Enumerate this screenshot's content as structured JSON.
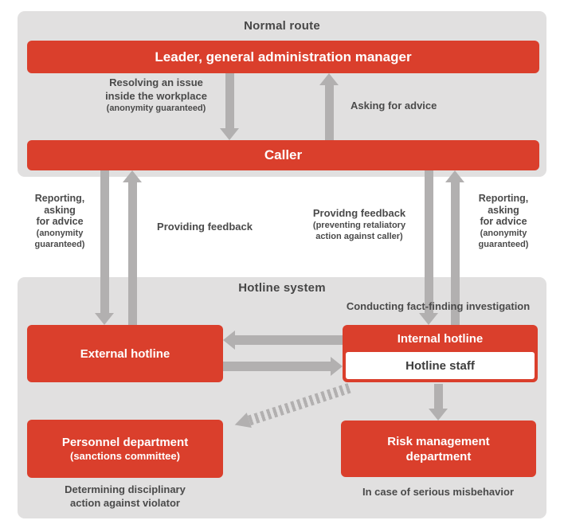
{
  "colors": {
    "box_red": "#da3f2c",
    "panel_gray": "#e1e0e0",
    "arrow_gray": "#b2b0b0",
    "text_dark": "#4a4a4a",
    "box_text_white": "#ffffff"
  },
  "normal_route": {
    "title": "Normal route",
    "leader_label": "Leader, general administration manager",
    "caller_label": "Caller",
    "resolving": [
      "Resolving an issue",
      "inside the workplace",
      "(anonymity guaranteed)"
    ],
    "asking_label": "Asking for advice"
  },
  "middle": {
    "reporting_left": [
      "Reporting,",
      "asking",
      "for advice",
      "(anonymity",
      "guaranteed)"
    ],
    "reporting_right": [
      "Reporting,",
      "asking",
      "for advice",
      "(anonymity",
      "guaranteed)"
    ],
    "providing_feedback": "Providing feedback",
    "providing_feedback_detail": [
      "Providng feedback",
      "(preventing retaliatory",
      "action against caller)"
    ]
  },
  "hotline_system": {
    "title": "Hotline system",
    "conducting_label": "Conducting fact-finding investigation",
    "external_hotline_label": "External hotline",
    "internal_hotline_label": "Internal hotline",
    "hotline_staff_label": "Hotline staff",
    "personnel": [
      "Personnel department",
      "(sanctions committee)"
    ],
    "risk": [
      "Risk management",
      "department"
    ],
    "determining": [
      "Determining disciplinary",
      "action against violator"
    ],
    "serious_label": "In case of serious misbehavior"
  }
}
